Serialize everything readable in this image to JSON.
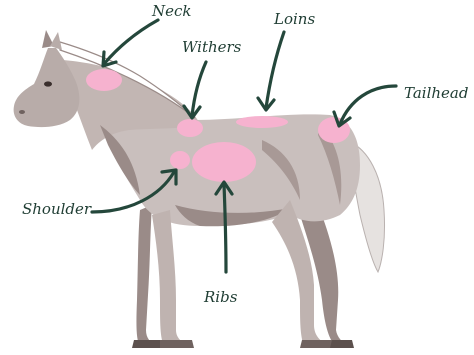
{
  "diagram": {
    "labels": {
      "neck": "Neck",
      "withers": "Withers",
      "loins": "Loins",
      "tailhead": "Tailhead",
      "shoulder": "Shoulder",
      "ribs": "Ribs"
    },
    "colors": {
      "coat_light": "#c9bfbd",
      "coat_dark": "#9a8b88",
      "coat_shadow": "#7a6b68",
      "highlight": "#f6b2cf",
      "arrow": "#24473b",
      "tail": "#e8e4e2"
    }
  }
}
